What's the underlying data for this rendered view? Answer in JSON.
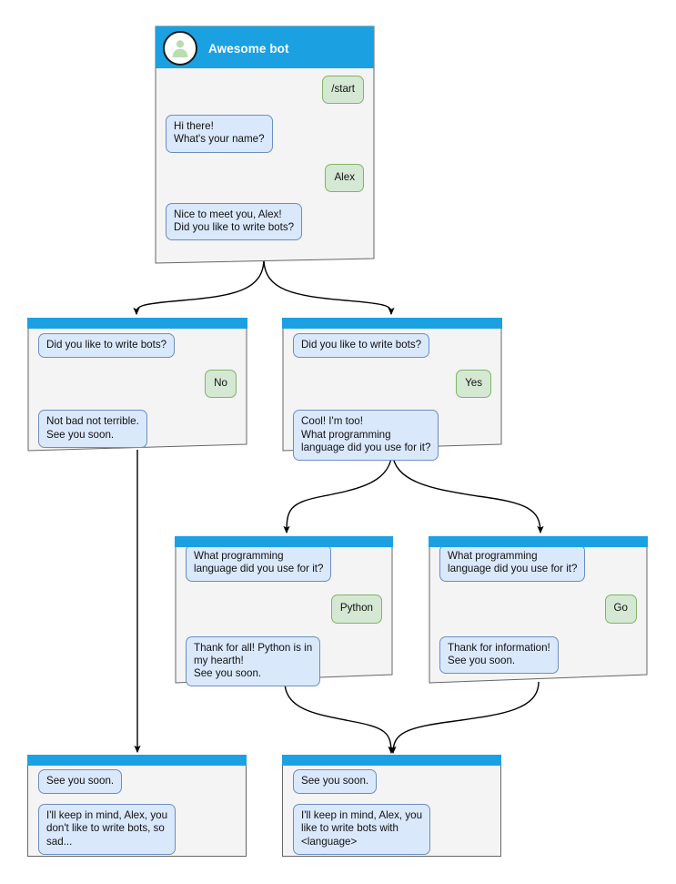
{
  "theme": {
    "header_blue": "#1ba1e2",
    "card_body": "#f4f4f4",
    "card_border": "#666666",
    "bot_bubble_fill": "#dae8fc",
    "bot_bubble_border": "#6c8ebf",
    "user_bubble_fill": "#d5e8d4",
    "user_bubble_border": "#82b366",
    "connector": "#000000",
    "avatar_fill": "#ffffff",
    "avatar_person": "#b9ddb0"
  },
  "cards": [
    {
      "id": "card-start",
      "name": "card-awesome-bot-start",
      "title": "Awesome bot",
      "avatar_icon": "person-avatar-icon",
      "messages": [
        {
          "side": "right",
          "kind": "user",
          "text": "/start"
        },
        {
          "side": "left",
          "kind": "bot",
          "text": "Hi there!\nWhat's your name?"
        },
        {
          "side": "right",
          "kind": "user",
          "text": "Alex"
        },
        {
          "side": "left",
          "kind": "bot",
          "text": "Nice to meet you, Alex!\nDid you like to write bots?"
        }
      ]
    },
    {
      "id": "card-no",
      "name": "card-did-you-like-no",
      "title": "",
      "messages": [
        {
          "side": "left",
          "kind": "bot",
          "text": "Did you like to write bots?"
        },
        {
          "side": "right",
          "kind": "user",
          "text": "No"
        },
        {
          "side": "left",
          "kind": "bot",
          "text": "Not bad not terrible.\nSee you soon."
        }
      ]
    },
    {
      "id": "card-yes",
      "name": "card-did-you-like-yes",
      "title": "",
      "messages": [
        {
          "side": "left",
          "kind": "bot",
          "text": "Did you like to write bots?"
        },
        {
          "side": "right",
          "kind": "user",
          "text": "Yes"
        },
        {
          "side": "left",
          "kind": "bot",
          "text": "Cool! I'm too!\nWhat programming\nlanguage did you use for it?"
        }
      ]
    },
    {
      "id": "card-python",
      "name": "card-language-python",
      "title": "",
      "messages": [
        {
          "side": "left",
          "kind": "bot",
          "text": "What programming\nlanguage did you use for it?"
        },
        {
          "side": "right",
          "kind": "user",
          "text": "Python"
        },
        {
          "side": "left",
          "kind": "bot",
          "text": "Thank for all! Python is in\nmy hearth!\nSee you soon."
        }
      ]
    },
    {
      "id": "card-go",
      "name": "card-language-go",
      "title": "",
      "messages": [
        {
          "side": "left",
          "kind": "bot",
          "text": "What programming\nlanguage did you use for it?"
        },
        {
          "side": "right",
          "kind": "user",
          "text": "Go"
        },
        {
          "side": "left",
          "kind": "bot",
          "text": "Thank for information!\nSee you soon."
        }
      ]
    },
    {
      "id": "card-end-sad",
      "name": "card-end-no-bots",
      "title": "",
      "messages": [
        {
          "side": "left",
          "kind": "bot",
          "text": "See you soon."
        },
        {
          "side": "left",
          "kind": "bot",
          "text": "I'll keep in mind, Alex, you\ndon't like to write bots, so\nsad..."
        }
      ]
    },
    {
      "id": "card-end-happy",
      "name": "card-end-likes-bots",
      "title": "",
      "messages": [
        {
          "side": "left",
          "kind": "bot",
          "text": "See you soon."
        },
        {
          "side": "left",
          "kind": "bot",
          "text": "I'll keep in mind, Alex, you\nlike to write bots with\n<language>"
        }
      ]
    }
  ]
}
